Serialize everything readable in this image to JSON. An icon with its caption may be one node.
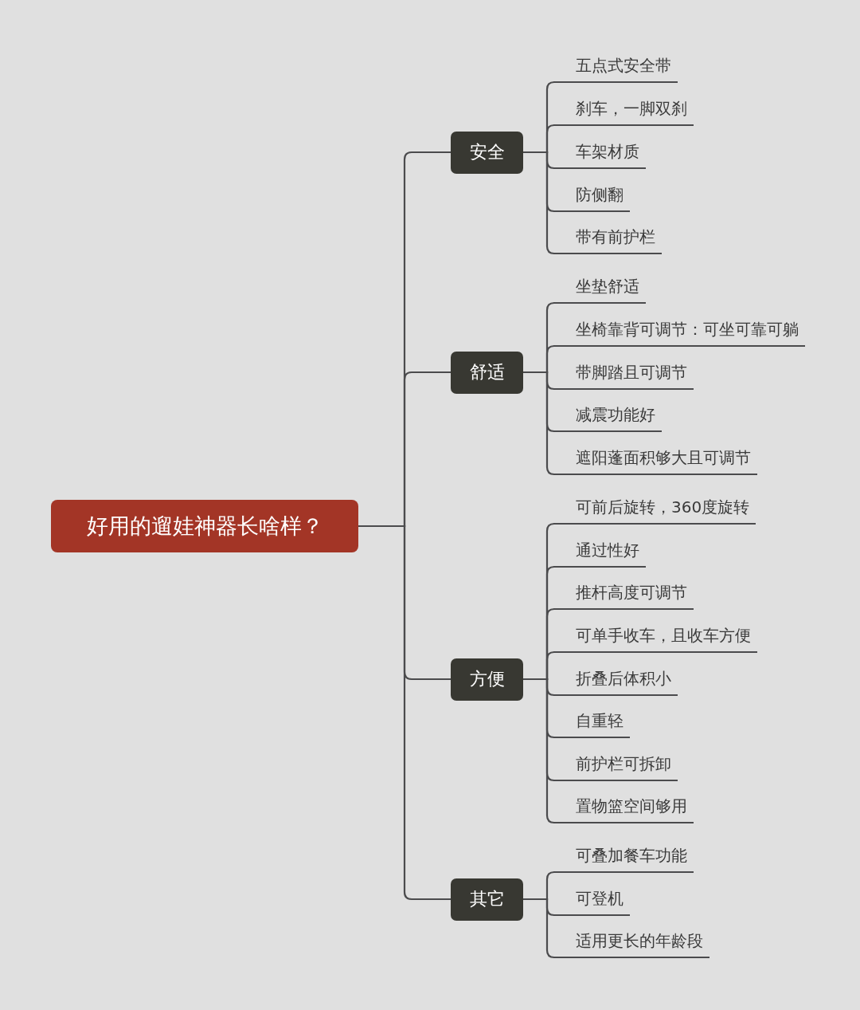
{
  "diagram": {
    "nodes": [
      {
        "text": [
          "好用的遛娃神器长啥样？"
        ]
      },
      {
        "text": [
          "安全"
        ]
      },
      {
        "text": [
          "五点式安全带"
        ]
      },
      {
        "text": [
          "刹车，一脚双刹"
        ]
      },
      {
        "text": [
          "车架材质"
        ]
      },
      {
        "text": [
          "防侧翻"
        ]
      },
      {
        "text": [
          "带有前护栏"
        ]
      },
      {
        "text": [
          "舒适"
        ]
      },
      {
        "text": [
          "坐垫舒适"
        ]
      },
      {
        "text": [
          "坐椅靠背可调节：可坐可靠可躺"
        ]
      },
      {
        "text": [
          "带脚踏且可调节"
        ]
      },
      {
        "text": [
          "减震功能好"
        ]
      },
      {
        "text": [
          "遮阳蓬面积够大且可调节"
        ]
      },
      {
        "text": [
          "方便"
        ]
      },
      {
        "text": [
          "可前后旋转，360度旋转"
        ]
      },
      {
        "text": [
          "通过性好"
        ]
      },
      {
        "text": [
          "推杆高度可调节"
        ]
      },
      {
        "text": [
          "可单手收车，且收车方便"
        ]
      },
      {
        "text": [
          "折叠后体积小"
        ]
      },
      {
        "text": [
          "自重轻"
        ]
      },
      {
        "text": [
          "前护栏可拆卸"
        ]
      },
      {
        "text": [
          "置物篮空间够用"
        ]
      },
      {
        "text": [
          "其它"
        ]
      },
      {
        "text": [
          "可叠加餐车功能"
        ]
      },
      {
        "text": [
          "可登机"
        ]
      },
      {
        "text": [
          "适用更长的年龄段"
        ]
      }
    ],
    "edges": [
      {
        "from": 0,
        "to": 1,
        "arrow": "none"
      },
      {
        "from": 1,
        "to": 2,
        "arrow": "none"
      },
      {
        "from": 1,
        "to": 3,
        "arrow": "none"
      },
      {
        "from": 1,
        "to": 4,
        "arrow": "none"
      },
      {
        "from": 1,
        "to": 5,
        "arrow": "none"
      },
      {
        "from": 1,
        "to": 6,
        "arrow": "none"
      },
      {
        "from": 0,
        "to": 7,
        "arrow": "none"
      },
      {
        "from": 7,
        "to": 8,
        "arrow": "none"
      },
      {
        "from": 7,
        "to": 9,
        "arrow": "none"
      },
      {
        "from": 7,
        "to": 10,
        "arrow": "none"
      },
      {
        "from": 7,
        "to": 11,
        "arrow": "none"
      },
      {
        "from": 7,
        "to": 12,
        "arrow": "none"
      },
      {
        "from": 0,
        "to": 13,
        "arrow": "none"
      },
      {
        "from": 13,
        "to": 14,
        "arrow": "none"
      },
      {
        "from": 13,
        "to": 15,
        "arrow": "none"
      },
      {
        "from": 13,
        "to": 16,
        "arrow": "none"
      },
      {
        "from": 13,
        "to": 17,
        "arrow": "none"
      },
      {
        "from": 13,
        "to": 18,
        "arrow": "none"
      },
      {
        "from": 13,
        "to": 19,
        "arrow": "none"
      },
      {
        "from": 13,
        "to": 20,
        "arrow": "none"
      },
      {
        "from": 13,
        "to": 21,
        "arrow": "none"
      },
      {
        "from": 0,
        "to": 22,
        "arrow": "none"
      },
      {
        "from": 22,
        "to": 23,
        "arrow": "none"
      },
      {
        "from": 22,
        "to": 24,
        "arrow": "none"
      },
      {
        "from": 22,
        "to": 25,
        "arrow": "none"
      }
    ]
  }
}
